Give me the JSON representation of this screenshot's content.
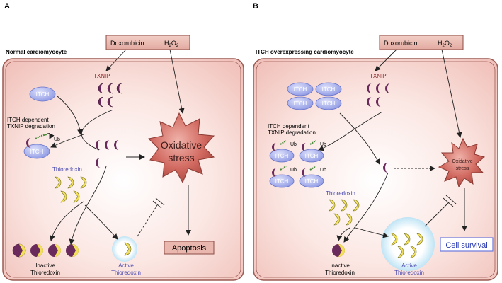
{
  "panels": [
    {
      "letter": "A",
      "title": "Normal cardiomyocyte",
      "drugs": "Doxorubicin",
      "h2o2_base": "H",
      "h2o2_sub": "2",
      "h2o2_mid": "O",
      "h2o2_sub2": "2",
      "txnip": "TXNIP",
      "itch": "ITCH",
      "degradation_line1": "ITCH dependent",
      "degradation_line2": "TXNIP degradation",
      "ub": "Ub",
      "thioredoxin": "Thioredoxin",
      "stress_line1": "Oxidative",
      "stress_line2": "stress",
      "inactive_line1": "Inactive",
      "inactive_line2": "Thioredoxin",
      "active_line1": "Active",
      "active_line2": "Thioredoxin",
      "outcome": "Apoptosis"
    },
    {
      "letter": "B",
      "title": "ITCH overexpressing cardiomyocyte",
      "drugs": "Doxorubicin",
      "h2o2_base": "H",
      "h2o2_sub": "2",
      "h2o2_mid": "O",
      "h2o2_sub2": "2",
      "txnip": "TXNIP",
      "itch": "ITCH",
      "degradation_line1": "ITCH dependent",
      "degradation_line2": "TXNIP degradation",
      "ub": "Ub",
      "thioredoxin": "Thioredoxin",
      "stress_line1": "Oxidative",
      "stress_line2": "stress",
      "inactive_line1": "Inactive",
      "inactive_line2": "Thioredoxin",
      "active_line1": "Active",
      "active_line2": "Thioredoxin",
      "outcome": "Cell survival"
    }
  ],
  "colors": {
    "cell_fill": "#f9d7d3",
    "cell_border": "#9b5a52",
    "txnip": "#6b2a5c",
    "txnip_label": "#8b2a2a",
    "itch_fill": "#9aa4ea",
    "thioredoxin": "#f2e05a",
    "thioredoxin_label": "#4a4ab0",
    "stress": "#c7574f",
    "apoptosis_fill": "#e9b7ae",
    "survival_border": "#6a7ae0"
  }
}
